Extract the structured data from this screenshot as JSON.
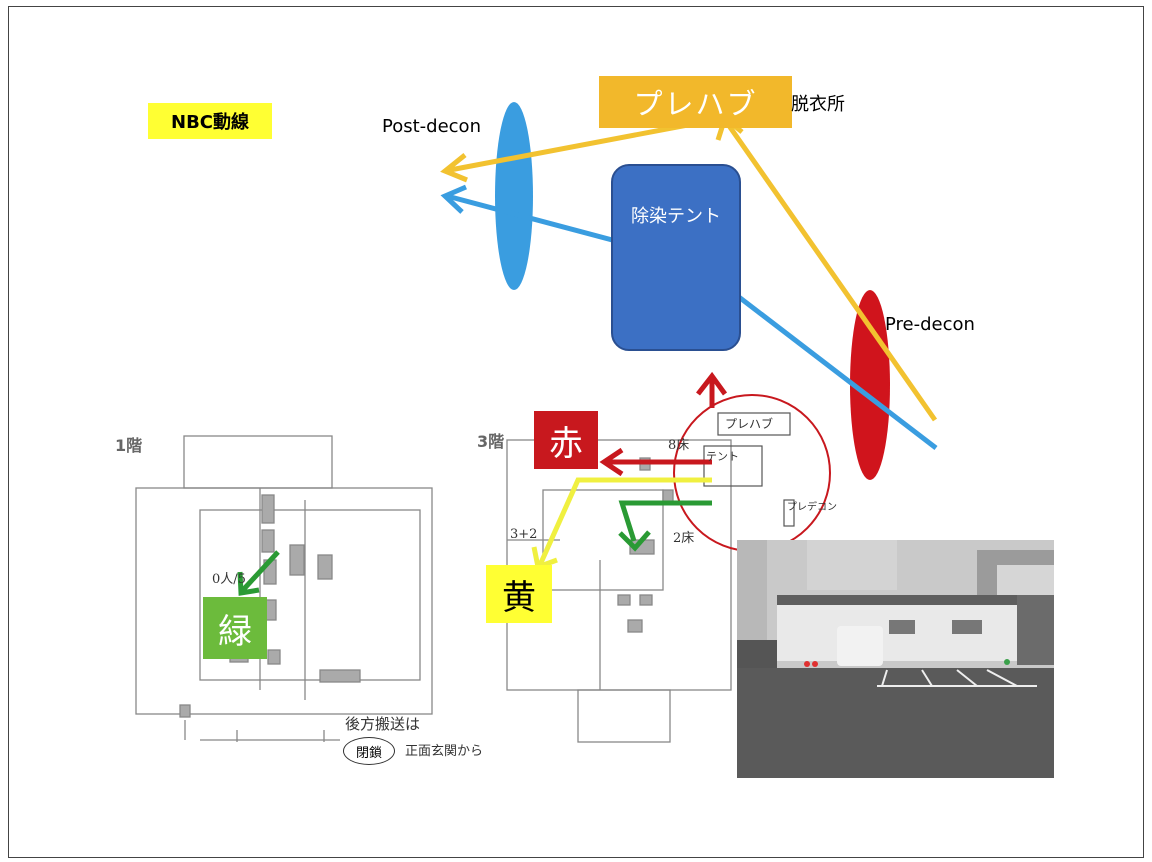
{
  "slide": {
    "nbc_label": "NBC動線",
    "prefab_label": "プレハブ",
    "dressing_room": "脱衣所",
    "post_decon": "Post-decon",
    "pre_decon": "Pre-decon",
    "tent_label": "除染テント",
    "red_tag": "赤",
    "yellow_tag": "黄",
    "green_tag": "緑"
  },
  "floor_plan_1": {
    "floor": "1階",
    "handwritten_label": "閉鎖",
    "handwritten_note_1": "後方搬送は",
    "handwritten_note_2": "正面玄関から",
    "handwritten_bed_count": "0人/5"
  },
  "floor_plan_3": {
    "floor": "3階",
    "handwritten_prefab": "プレハブ",
    "handwritten_tent": "テント",
    "handwritten_8": "8床",
    "handwritten_2": "2床",
    "handwritten_3": "3+2",
    "handwritten_prefab2": "プレデコン"
  },
  "colors": {
    "yellow_arrow": "#f2c230",
    "blue_arrow": "#3a9de0",
    "red_ellipse": "#d0141c",
    "blue_ellipse": "#3a9de0",
    "red_arrow": "#c8181e",
    "green_arrow": "#2a9a34",
    "yellow_route": "#f0f040"
  }
}
